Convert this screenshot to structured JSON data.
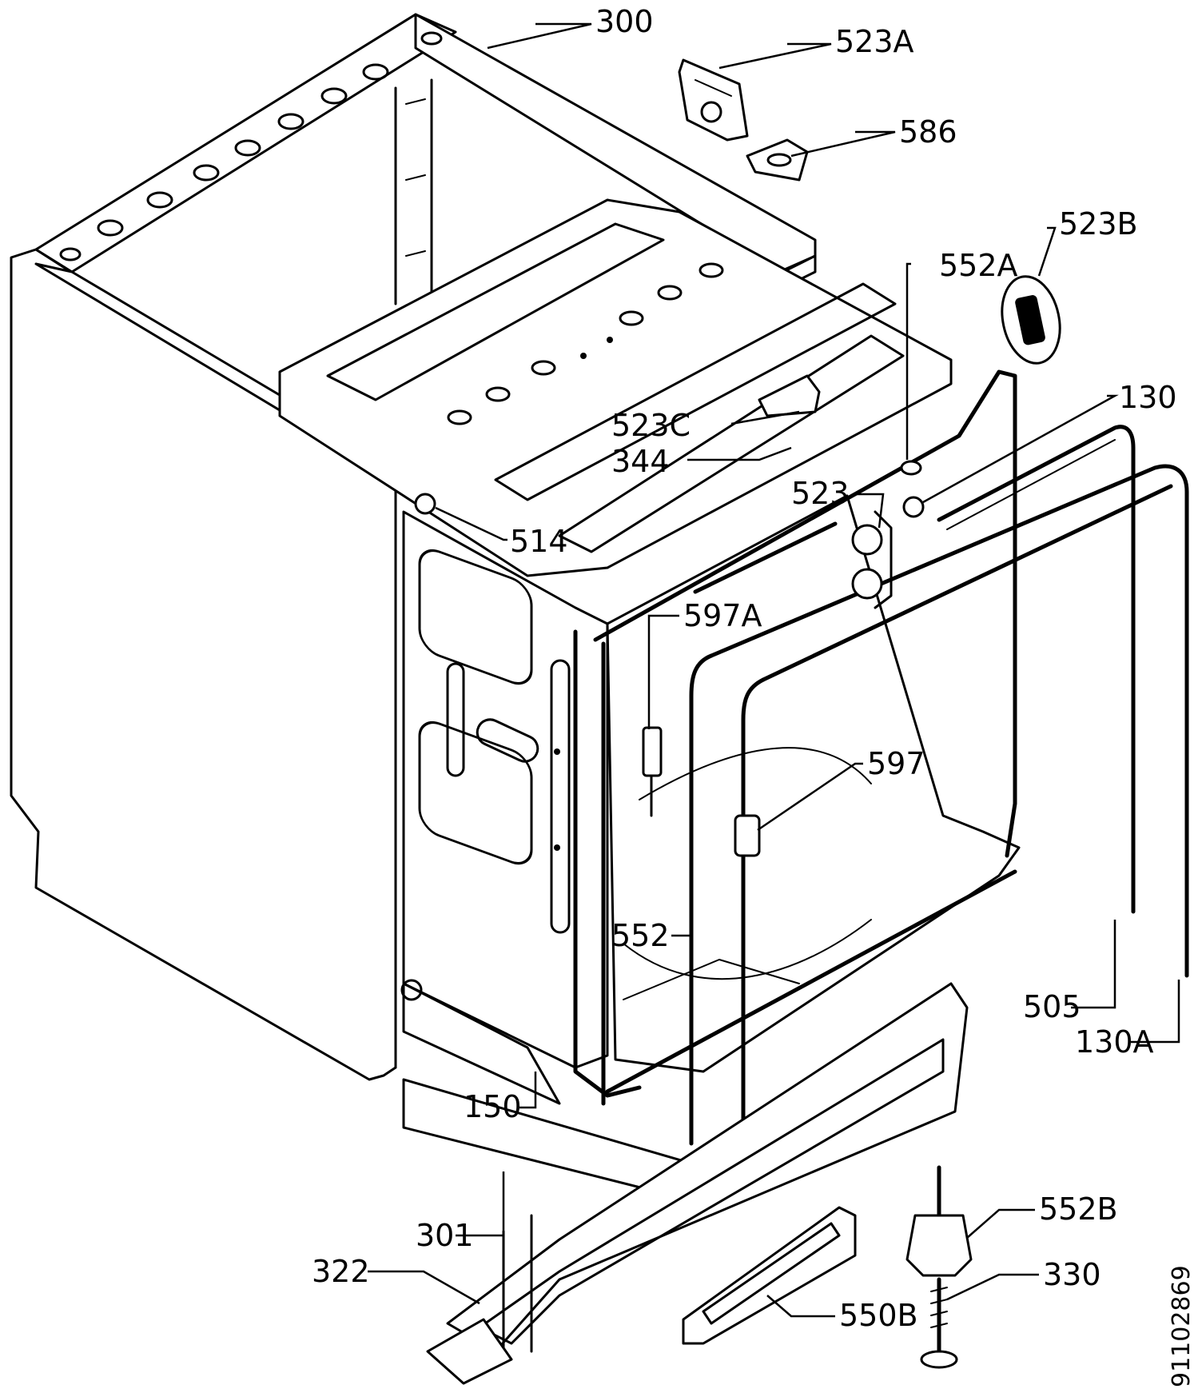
{
  "drawing_code": "91102869",
  "labels": {
    "l300": "300",
    "l523A": "523A",
    "l586": "586",
    "l523B": "523B",
    "l552A": "552A",
    "l130": "130",
    "l523C": "523C",
    "l344": "344",
    "l523": "523",
    "l514": "514",
    "l597A": "597A",
    "l597": "597",
    "l552": "552",
    "l505": "505",
    "l130A": "130A",
    "l150": "150",
    "l301": "301",
    "l552B": "552B",
    "l322": "322",
    "l330": "330",
    "l550B": "550B"
  }
}
